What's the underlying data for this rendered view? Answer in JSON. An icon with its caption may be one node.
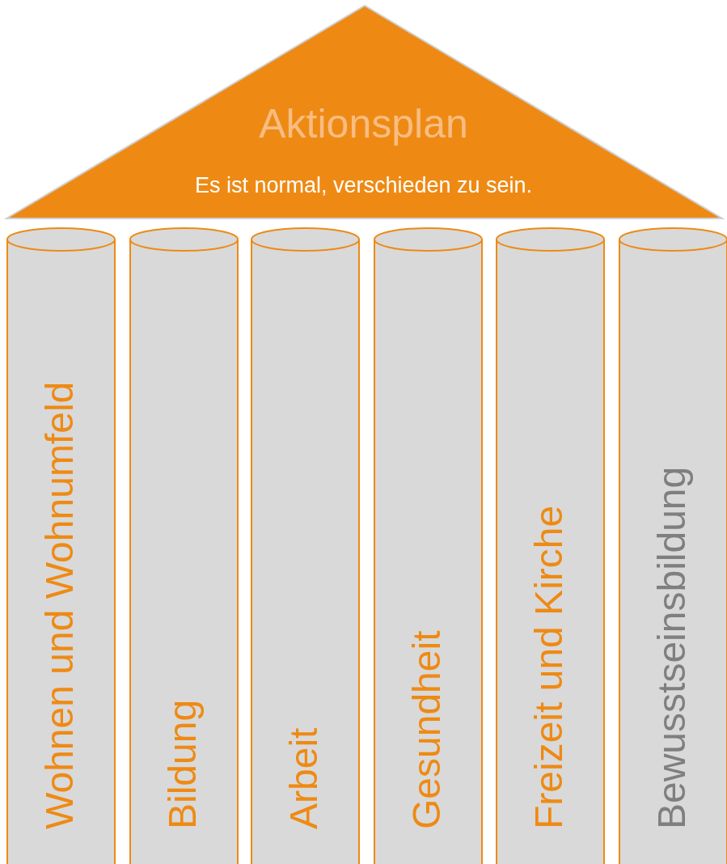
{
  "diagram": {
    "nodes": [
      {
        "text": [
          "Aktionsplan",
          "Es ist normal, verschieden zu sein."
        ]
      },
      {
        "text": [
          "Wohnen und Wohnumfeld"
        ]
      },
      {
        "text": [
          "Bildung"
        ]
      },
      {
        "text": [
          "Arbeit"
        ]
      },
      {
        "text": [
          "Gesundheit"
        ]
      },
      {
        "text": [
          "Freizeit und Kirche"
        ]
      },
      {
        "text": [
          "Bewusstseinsbildung"
        ]
      }
    ],
    "edges": []
  }
}
